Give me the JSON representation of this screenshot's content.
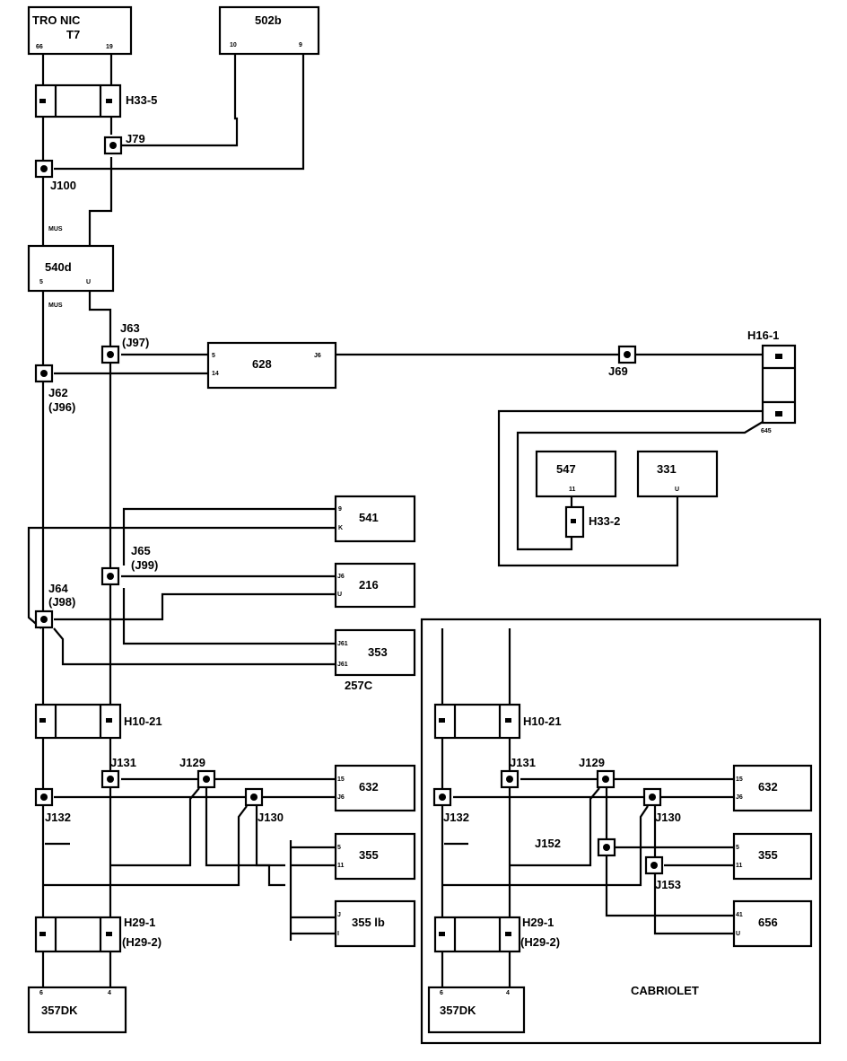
{
  "blocks": {
    "tronic": {
      "line1": "TRO NIC",
      "line2": "T7",
      "pin_a": "66",
      "pin_b": "19"
    },
    "s502b": {
      "label": "502b",
      "pin_a": "10",
      "pin_b": "9"
    },
    "s540d": {
      "label": "540d",
      "pin_a": "5",
      "pin_b": "U"
    },
    "s628": {
      "label": "628",
      "pin_a": "5",
      "pin_b": "14",
      "pin_c": "J6"
    },
    "s547": {
      "label": "547",
      "pin": "11"
    },
    "s331": {
      "label": "331",
      "pin": "U"
    },
    "s541": {
      "label": "541",
      "pin_a": "9",
      "pin_b": "K"
    },
    "s216": {
      "label": "216",
      "pin_a": "J6",
      "pin_b": "U"
    },
    "s353": {
      "label": "353",
      "pin_a": "J61",
      "pin_b": "J61",
      "sub": "257C"
    },
    "s632": {
      "label": "632",
      "pin_a": "15",
      "pin_b": "J6"
    },
    "s355": {
      "label": "355",
      "pin_a": "5",
      "pin_b": "11"
    },
    "s355b": {
      "label": "355 lb",
      "pin_a": "J",
      "pin_b": "I"
    },
    "s357": {
      "label": "357DK",
      "pin_a": "6",
      "pin_b": "4"
    },
    "c632": {
      "label": "632",
      "pin_a": "15",
      "pin_b": "J6"
    },
    "c355": {
      "label": "355",
      "pin_a": "5",
      "pin_b": "11"
    },
    "c656": {
      "label": "656",
      "pin_a": "41",
      "pin_b": "U"
    },
    "c357": {
      "label": "357DK",
      "pin_a": "6",
      "pin_b": "4"
    }
  },
  "connectors": {
    "h33_5": "H33-5",
    "h16_1": "H16-1",
    "h16_pin": "645",
    "h33_2": "H33-2",
    "h10_21": "H10-21",
    "h29_1": "H29-1",
    "h29_2": "(H29-2)",
    "c_h10_21": "H10-21",
    "c_h29_1": "H29-1",
    "c_h29_2": "(H29-2)"
  },
  "junctions": {
    "j79": "J79",
    "j100": "J100",
    "j63": "J63",
    "j97": "(J97)",
    "j62": "J62",
    "j96": "(J96)",
    "j69": "J69",
    "j65": "J65",
    "j99": "(J99)",
    "j64": "J64",
    "j98": "(J98)",
    "j131": "J131",
    "j129": "J129",
    "j132": "J132",
    "j130": "J130",
    "c_j131": "J131",
    "c_j129": "J129",
    "c_j132": "J132",
    "c_j130": "J130",
    "c_j152": "J152",
    "c_j153": "J153"
  },
  "wire_tags": {
    "t1": "MUS",
    "t2": "MUS"
  },
  "cabriolet_label": "CABRIOLET"
}
